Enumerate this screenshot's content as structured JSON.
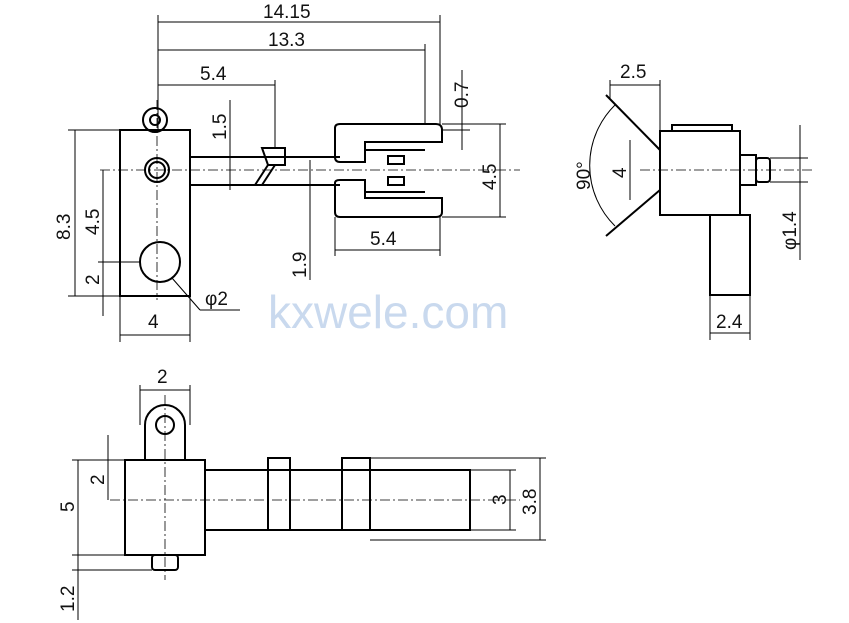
{
  "watermark": "kxwele.com",
  "top_view": {
    "dim_overall_length": "14.15",
    "dim_length_to_connector": "13.3",
    "dim_clip_offset": "5.4",
    "dim_gap": "0.7",
    "dim_clip_height": "1.5",
    "dim_connector_height": "4.5",
    "dim_body_height": "8.3",
    "dim_hole_spacing": "4.5",
    "dim_hole_bottom": "2",
    "dim_body_width": "4",
    "dim_hole_diameter": "φ2",
    "dim_step": "1.9",
    "dim_connector_length": "5.4"
  },
  "side_view": {
    "dim_top_width": "2.5",
    "dim_angle": "90°",
    "dim_height": "4",
    "dim_pin_diameter": "φ1.4",
    "dim_foot_width": "2.4"
  },
  "bottom_view": {
    "dim_ear_width": "2",
    "dim_top_offset": "2",
    "dim_body_height": "5",
    "dim_pin_length": "1.2",
    "dim_shaft_height": "3",
    "dim_band_height": "3.8"
  }
}
